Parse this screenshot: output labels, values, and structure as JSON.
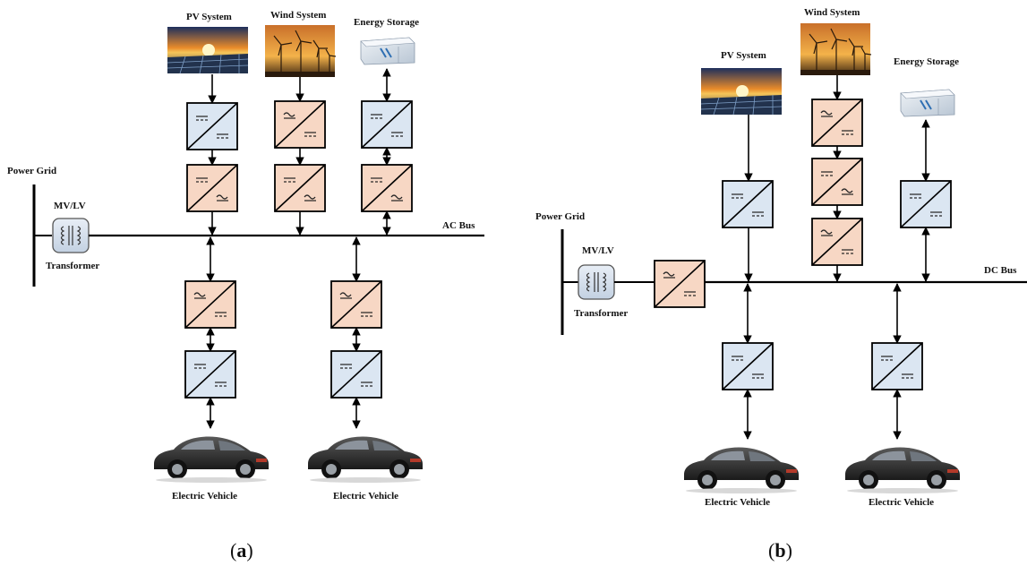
{
  "panel_a": {
    "power_grid": "Power Grid",
    "mvlv": "MV/LV",
    "transformer": "Transformer",
    "ac_bus": "AC Bus",
    "pv": "PV System",
    "wind": "Wind System",
    "storage": "Energy Storage",
    "ev1": "Electric Vehicle",
    "ev2": "Electric Vehicle",
    "caption": "(a)"
  },
  "panel_b": {
    "power_grid": "Power Grid",
    "mvlv": "MV/LV",
    "transformer": "Transformer",
    "dc_bus": "DC Bus",
    "pv": "PV System",
    "wind": "Wind System",
    "storage": "Energy Storage",
    "ev1": "Electric Vehicle",
    "ev2": "Electric Vehicle",
    "caption": "(b)"
  },
  "colors": {
    "dc_dc_fill": "#dbe6f2",
    "ac_conv_fill": "#f7d7c4",
    "line": "#000000"
  }
}
